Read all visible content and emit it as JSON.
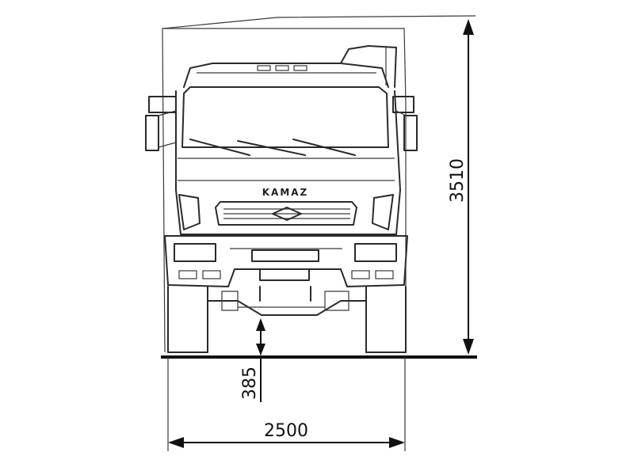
{
  "diagram": {
    "brand_logo": "KAMAZ",
    "dimensions": {
      "overall_height": "3510",
      "ground_clearance": "385",
      "overall_width": "2500"
    }
  }
}
